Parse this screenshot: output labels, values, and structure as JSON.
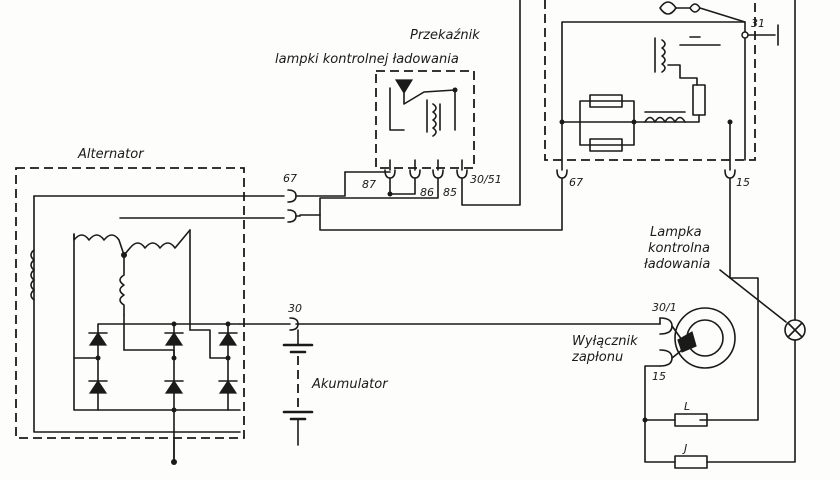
{
  "labels": {
    "relay_title_line1": "Przekaźnik",
    "relay_title_line2": "lampki kontrolnej ładowania",
    "alternator": "Alternator",
    "battery": "Akumulator",
    "lamp_line1": "Lampka",
    "lamp_line2": "kontrolna",
    "lamp_line3": "ładowania",
    "switch_line1": "Wyłącznik",
    "switch_line2": "zapłonu"
  },
  "terminals": {
    "t87": "87",
    "t86": "86",
    "t85": "85",
    "t30_51": "30/51",
    "t67_alt": "67",
    "t67_reg": "67",
    "t15_reg": "15",
    "t31": "31",
    "t30_batt": "30",
    "t30_1": "30/1",
    "t15_sw": "15"
  },
  "loads": {
    "L": "L",
    "J": "J"
  }
}
